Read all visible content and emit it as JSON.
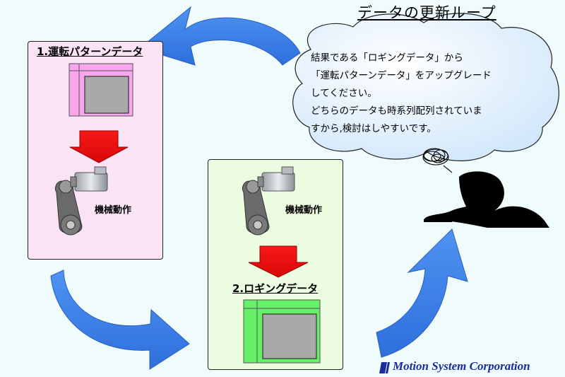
{
  "title": "データの更新ループ",
  "box1": {
    "label": "1.運転パターンデータ",
    "mechanism_label": "機械動作"
  },
  "box2": {
    "label": "2.ロギングデータ",
    "mechanism_label": "機械動作"
  },
  "thought_bubble": {
    "lines": [
      "結果である「ロギングデータ」から",
      "「運転パターンデータ」をアップグレード",
      "してください。",
      "どちらのデータも時系列配列されていま",
      "すから,検討はしやすいです。"
    ]
  },
  "footer": {
    "company": "Motion System Corporation"
  },
  "colors": {
    "arrow_blue": "#3a7ee8",
    "down_arrow_red": "#ee1010",
    "box1_fill": "#fbe3f6",
    "box2_fill": "#ecfce0",
    "data_grid_pink": "#f9a6ef",
    "data_grid_green": "#66f06a",
    "bubble_fill": "#dceefe",
    "brand_blue": "#1a2c9c"
  },
  "icons": [
    "loop-arrow-icon",
    "down-arrow-icon",
    "data-grid-icon",
    "motor-pulley-icon",
    "thinking-person-icon",
    "company-logo-icon"
  ]
}
